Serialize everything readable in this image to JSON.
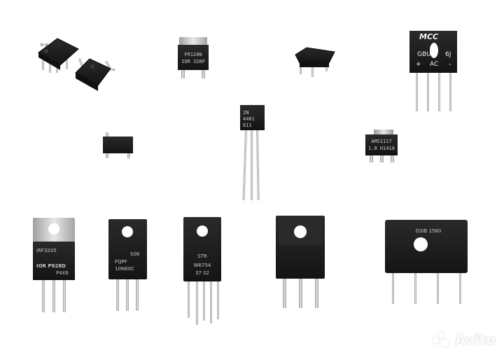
{
  "components": [
    {
      "name": "SOT-223 regulator",
      "lines": [
        "AMS1117",
        "1.8  H1418"
      ]
    },
    {
      "name": "TO-92 transistor",
      "lines": [
        "2N",
        "4401",
        "611"
      ]
    },
    {
      "name": "DPAK mosfet",
      "lines": [
        "FR120N",
        "IOR 328P"
      ]
    },
    {
      "name": "GBU bridge rectifier",
      "lines": [
        "MCC",
        "GBU",
        "6J",
        "+",
        "AC",
        "-"
      ]
    },
    {
      "name": "TO-220 mosfet",
      "lines": [
        "IRF3205",
        "IOR P928D",
        "P4X6"
      ]
    },
    {
      "name": "TO-220F IGBT",
      "lines": [
        "S08",
        "FQPF",
        "10N60C"
      ]
    },
    {
      "name": "TO-220F 5-pin STR",
      "lines": [
        "STR",
        "W6754",
        "37 02"
      ]
    },
    {
      "name": "GSIB bridge rectifier",
      "lines": [
        "GSIB 1560"
      ]
    }
  ],
  "watermark": {
    "text": "Avito"
  },
  "colors": {
    "body": "#1c1c1c",
    "metal": "#c8c8c8",
    "pin": "#bfbfbf",
    "background": "#ffffff"
  }
}
